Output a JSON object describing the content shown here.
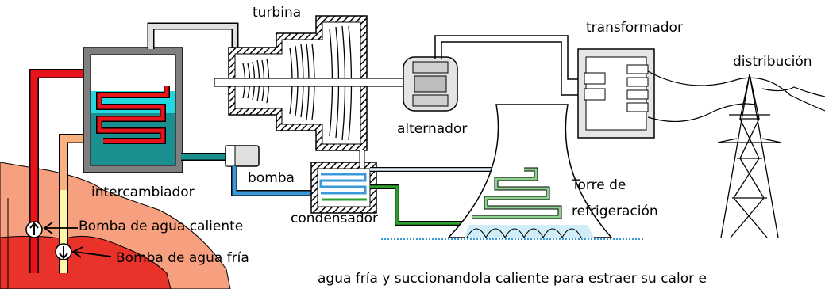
{
  "labels": {
    "turbina": "turbina",
    "transformador": "transformador",
    "distribucion": "distribución",
    "alternador": "alternador",
    "bomba": "bomba",
    "intercambiador": "intercambiador",
    "torre_line1": "Torre de",
    "torre_line2": "refrigeración",
    "condensador": "condensador",
    "bomba_caliente": "Bomba de agua caliente",
    "bomba_fria": "Bomba de agua fría"
  },
  "caption": "agua fría y succionandola caliente para estraer su calor e",
  "colors": {
    "hot_pipe": "#e8141b",
    "warm_pipe": "#f7b27d",
    "cold_pipe": "#fff6a8",
    "exchanger_water": "#1a8f8f",
    "exchanger_top": "#21d8e0",
    "pipe_blue": "#3a9ad9",
    "pipe_green": "#2ca02c",
    "rock": "#f39a80",
    "rock_dark": "#e8322a"
  },
  "icons": [
    "pump-hot-icon",
    "pump-cold-icon",
    "power-tower-icon",
    "cooling-tower-icon",
    "alternator-icon",
    "turbine-icon"
  ]
}
